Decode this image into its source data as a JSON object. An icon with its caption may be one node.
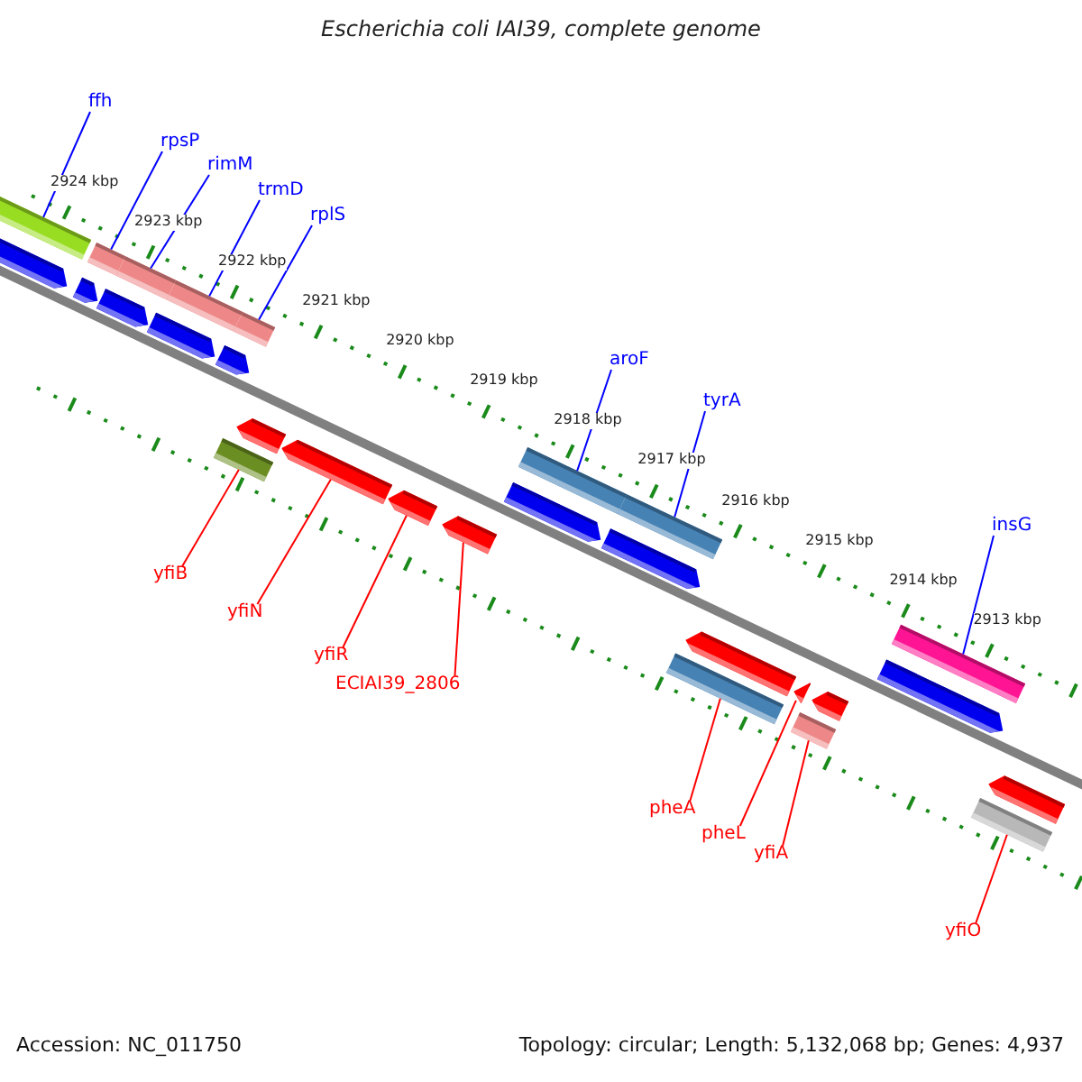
{
  "diagram": {
    "title": "Escherichia coli IAI39, complete genome",
    "nodes": [
      {
        "text": [
          "ffh"
        ]
      },
      {
        "text": [
          "rpsP"
        ]
      },
      {
        "text": [
          "rimM"
        ]
      },
      {
        "text": [
          "trmD"
        ]
      },
      {
        "text": [
          "rplS"
        ]
      },
      {
        "text": [
          "aroF"
        ]
      },
      {
        "text": [
          "tyrA"
        ]
      },
      {
        "text": [
          "insG"
        ]
      },
      {
        "text": [
          "yfiB"
        ]
      },
      {
        "text": [
          "yfiN"
        ]
      },
      {
        "text": [
          "yfiR"
        ]
      },
      {
        "text": [
          "ECIAI39_2806"
        ]
      },
      {
        "text": [
          "pheA"
        ]
      },
      {
        "text": [
          "pheL"
        ]
      },
      {
        "text": [
          "yfiA"
        ]
      },
      {
        "text": [
          "yfiO"
        ]
      },
      {
        "text": [],
        "shape": "bar"
      },
      {
        "text": [],
        "shape": "bar"
      },
      {
        "text": [],
        "shape": "bar"
      },
      {
        "text": [],
        "shape": "bar"
      },
      {
        "text": [],
        "shape": "bar"
      },
      {
        "text": [],
        "shape": "bar"
      },
      {
        "text": [],
        "shape": "bar"
      },
      {
        "text": [],
        "shape": "bar"
      },
      {
        "text": [],
        "shape": "arrow"
      },
      {
        "text": [],
        "shape": "arrow"
      },
      {
        "text": [],
        "shape": "arrow"
      },
      {
        "text": [],
        "shape": "arrow"
      },
      {
        "text": [],
        "shape": "arrow"
      },
      {
        "text": [],
        "shape": "arrow"
      },
      {
        "text": [],
        "shape": "arrow"
      },
      {
        "text": [],
        "shape": "arrow"
      },
      {
        "text": [],
        "shape": "arrow"
      },
      {
        "text": [],
        "shape": "arrow"
      },
      {
        "text": [],
        "shape": "arrow"
      },
      {
        "text": [],
        "shape": "arrow"
      },
      {
        "text": [],
        "shape": "arrow"
      },
      {
        "text": [],
        "shape": "arrow"
      },
      {
        "text": [],
        "shape": "arrow"
      },
      {
        "text": [],
        "shape": "arrow"
      },
      {
        "text": [],
        "shape": "bar"
      },
      {
        "text": [],
        "shape": "bar"
      },
      {
        "text": [],
        "shape": "bar"
      },
      {
        "text": [],
        "shape": "bar"
      }
    ],
    "edges": [
      {
        "from": 0,
        "to": 16,
        "arrow": "none"
      },
      {
        "from": 1,
        "to": 17,
        "arrow": "none"
      },
      {
        "from": 2,
        "to": 18,
        "arrow": "none"
      },
      {
        "from": 3,
        "to": 19,
        "arrow": "none"
      },
      {
        "from": 4,
        "to": 20,
        "arrow": "none"
      },
      {
        "from": 5,
        "to": 21,
        "arrow": "none"
      },
      {
        "from": 6,
        "to": 22,
        "arrow": "none"
      },
      {
        "from": 7,
        "to": 23,
        "arrow": "none"
      },
      {
        "from": 8,
        "to": 40,
        "arrow": "none",
        "color": "#ff0000"
      },
      {
        "from": 9,
        "to": 33,
        "arrow": "none",
        "color": "#ff0000"
      },
      {
        "from": 10,
        "to": 34,
        "arrow": "none",
        "color": "#ff0000"
      },
      {
        "from": 11,
        "to": 35,
        "arrow": "none",
        "color": "#ff0000"
      },
      {
        "from": 12,
        "to": 41,
        "arrow": "none",
        "color": "#ff0000"
      },
      {
        "from": 13,
        "to": 37,
        "arrow": "none",
        "color": "#ff0000"
      },
      {
        "from": 14,
        "to": 42,
        "arrow": "none",
        "color": "#ff0000"
      },
      {
        "from": 15,
        "to": 43,
        "arrow": "none",
        "color": "#ff0000"
      }
    ],
    "labels": [
      "2924 kbp",
      "2923 kbp",
      "2922 kbp",
      "2921 kbp",
      "2920 kbp",
      "2919 kbp",
      "2918 kbp",
      "2917 kbp",
      "2916 kbp",
      "2915 kbp",
      "2914 kbp",
      "2913 kbp",
      "Accession: NC_011750",
      "Topology: circular; Length: 5,132,068 bp; Genes: 4,937"
    ]
  }
}
